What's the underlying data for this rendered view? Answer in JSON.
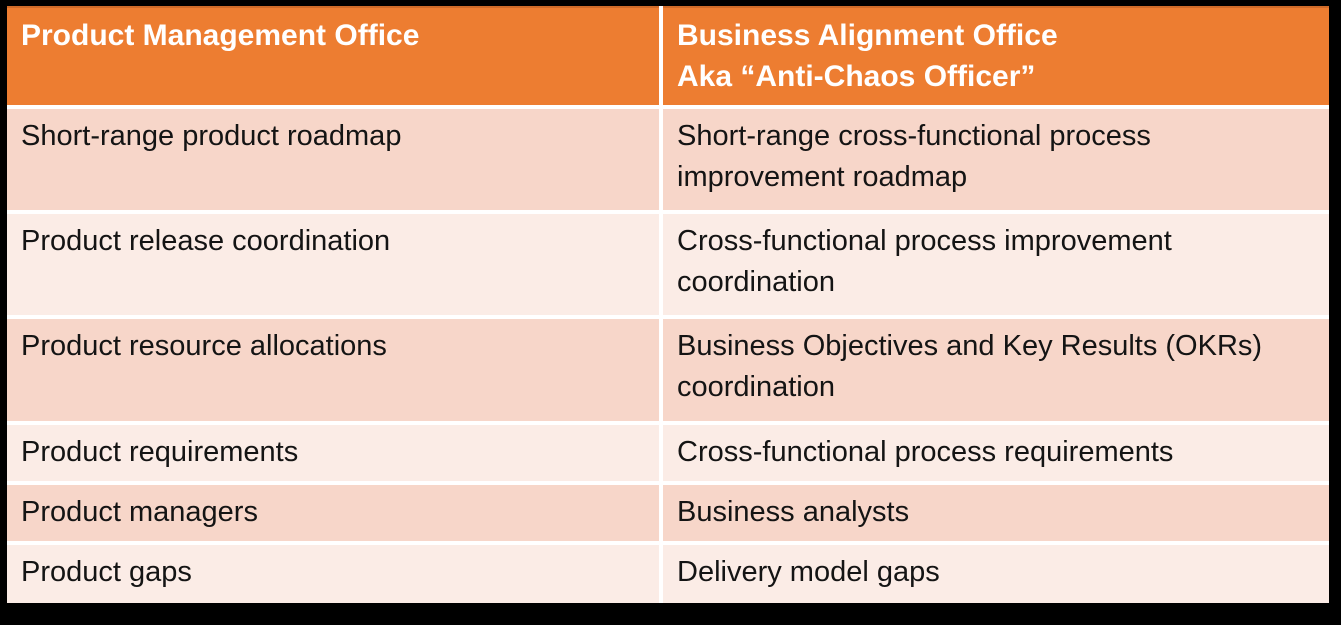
{
  "table": {
    "header": {
      "left": "Product Management Office",
      "right_line1": "Business Alignment Office",
      "right_line2": "Aka “Anti-Chaos Officer”"
    },
    "rows": [
      {
        "left": "Short-range product roadmap",
        "right": "Short-range cross-functional process improvement roadmap"
      },
      {
        "left": "Product release coordination",
        "right": "Cross-functional process improvement coordination"
      },
      {
        "left": "Product resource allocations",
        "right": "Business Objectives and Key Results (OKRs) coordination"
      },
      {
        "left": "Product requirements",
        "right": "Cross-functional process requirements"
      },
      {
        "left": "Product managers",
        "right": "Business analysts"
      },
      {
        "left": "Product gaps",
        "right": "Delivery model gaps"
      }
    ],
    "colors": {
      "header_bg": "#ED7D31",
      "header_text": "#FFFFFF",
      "row_dark": "#F7D6C9",
      "row_light": "#FBECE6",
      "grid_line": "#FFFFFF",
      "frame": "#000000",
      "body_text": "#141414"
    }
  }
}
